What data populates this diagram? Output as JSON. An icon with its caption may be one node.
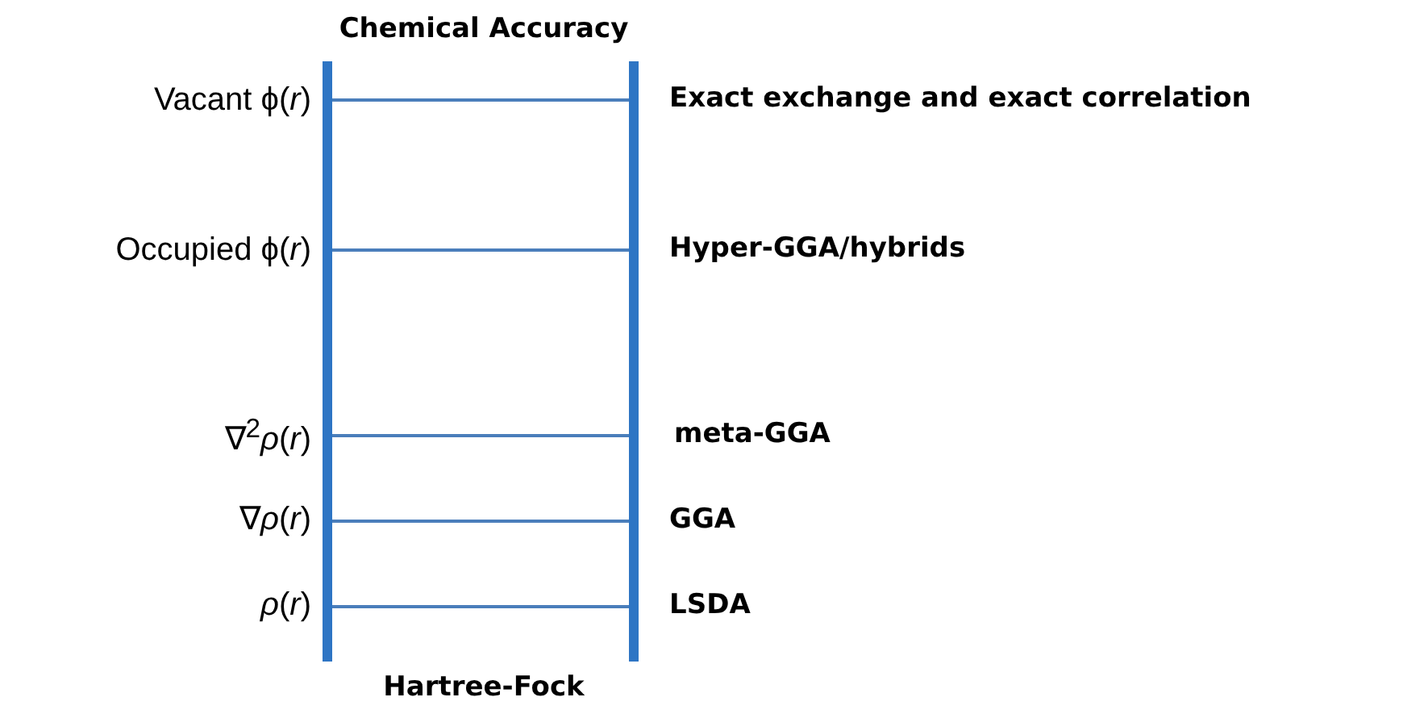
{
  "diagram": {
    "labels": [
      "Chemical Accuracy",
      "Vacant ϕ(*r*)",
      "Exact exchange and exact correlation",
      "Occupied ϕ(*r*)",
      "Hyper-GGA/hybrids",
      "∇$^{2}$*ρ*(*r*)",
      "meta-GGA",
      "∇*ρ*(*r*)",
      "GGA",
      "*ρ*(*r*)",
      "LSDA",
      "Hartree-Fock"
    ]
  }
}
